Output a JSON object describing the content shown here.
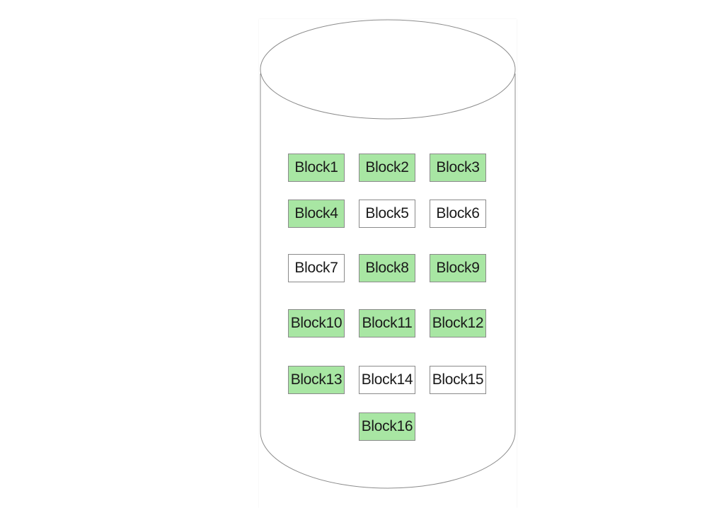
{
  "diagram": {
    "colors": {
      "filled": "#a8e6a3",
      "empty": "#ffffff",
      "outline": "#8a8a8a",
      "cylinder_stroke": "#8c8c8c"
    },
    "blocks": [
      {
        "label": "Block1",
        "filled": true
      },
      {
        "label": "Block2",
        "filled": true
      },
      {
        "label": "Block3",
        "filled": true
      },
      {
        "label": "Block4",
        "filled": true
      },
      {
        "label": "Block5",
        "filled": false
      },
      {
        "label": "Block6",
        "filled": false
      },
      {
        "label": "Block7",
        "filled": false
      },
      {
        "label": "Block8",
        "filled": true
      },
      {
        "label": "Block9",
        "filled": true
      },
      {
        "label": "Block10",
        "filled": true
      },
      {
        "label": "Block11",
        "filled": true
      },
      {
        "label": "Block12",
        "filled": true
      },
      {
        "label": "Block13",
        "filled": true
      },
      {
        "label": "Block14",
        "filled": false
      },
      {
        "label": "Block15",
        "filled": false
      },
      {
        "label": "Block16",
        "filled": true
      }
    ]
  }
}
